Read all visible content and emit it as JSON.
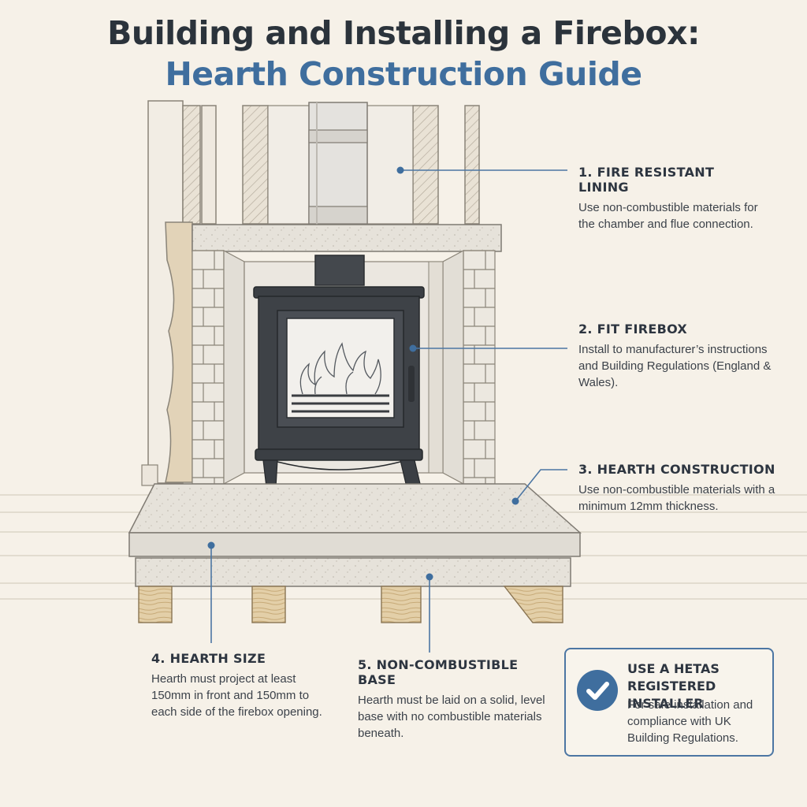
{
  "title": {
    "line1": "Building and Installing a Firebox:",
    "line2": "Hearth Construction Guide"
  },
  "callouts": [
    {
      "heading": "1. FIRE RESISTANT LINING",
      "text": "Use non-combustible materials for the chamber and flue connection."
    },
    {
      "heading": "2. FIT FIREBOX",
      "text": "Install to manufacturer’s instructions and Building Regulations (England & Wales)."
    },
    {
      "heading": "3. HEARTH CONSTRUCTION",
      "text": "Use non-combustible materials with a minimum 12mm thickness."
    },
    {
      "heading": "4. HEARTH SIZE",
      "text": "Hearth must project at least 150mm in front and 150mm to each side of the firebox opening."
    },
    {
      "heading": "5. NON-COMBUSTIBLE BASE",
      "text": "Hearth must be laid on a solid, level base with no combustible materials beneath."
    }
  ],
  "installer": {
    "heading": "USE A HETAS REGISTERED INSTALLER",
    "text": "For safe installation and compliance with UK Building Regulations.",
    "icon": "check-circle-icon"
  },
  "colors": {
    "accent": "#3f6e9e",
    "title": "#2b333b",
    "background": "#f6f1e8",
    "leader": "#4c76a3",
    "stove": "#3b3f44"
  }
}
